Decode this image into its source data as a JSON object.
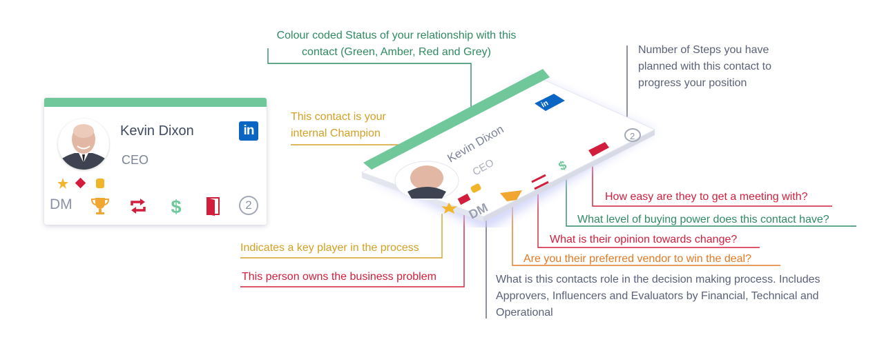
{
  "contact": {
    "name": "Kevin Dixon",
    "title": "CEO",
    "linkedin_label": "in",
    "role_code": "DM",
    "steps_count": "2"
  },
  "colors": {
    "status_bar": "#6fc79a",
    "green_text": "#2f8a63",
    "gold_text": "#d3a024",
    "red_text": "#d21e3c",
    "orange_text": "#e07a24",
    "grey_text": "#5a6178",
    "linkedin": "#0a66c2"
  },
  "annotations": {
    "status": "Colour coded Status of your relationship with this contact (Green, Amber, Red and Grey)",
    "steps": "Number of Steps you have planned with this contact to progress your position",
    "champion": "This contact is your internal Champion",
    "meeting": "How easy are they to get a meeting with?",
    "buying_power": "What level of buying power does this contact have?",
    "change": "What is their opinion towards change?",
    "vendor": "Are you their preferred vendor to win the deal?",
    "key_player": "Indicates a key player in the process",
    "problem_owner": "This person owns the business problem",
    "role": "What is this contacts role in the decision making process. Includes Approvers, Influencers and Evaluators by Financial, Technical and Operational"
  },
  "icons": [
    "star-icon",
    "problem-owner-icon",
    "champion-icon",
    "trophy-icon",
    "change-arrows-icon",
    "dollar-icon",
    "door-icon",
    "steps-circle-icon",
    "linkedin-icon"
  ]
}
